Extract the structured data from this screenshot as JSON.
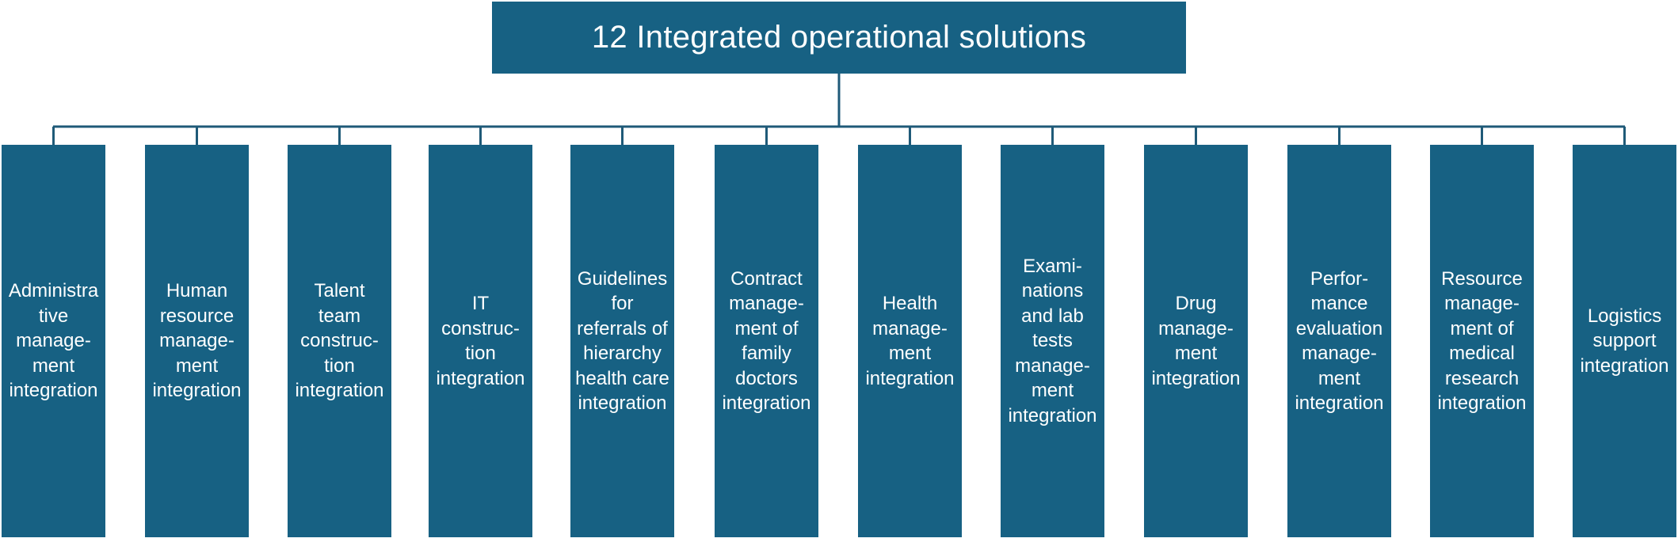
{
  "diagram": {
    "title": "12 Integrated operational solutions",
    "colors": {
      "box_fill": "#176183",
      "text": "#ffffff",
      "connector": "#1f5a78"
    },
    "solutions": [
      {
        "label": "Administra\ntive\nmanage-\nment\nintegration"
      },
      {
        "label": "Human\nresource\nmanage-\nment\nintegration"
      },
      {
        "label": "Talent\nteam\nconstruc-\ntion\nintegration"
      },
      {
        "label": "IT\nconstruc-\ntion\nintegration"
      },
      {
        "label": "Guidelines\nfor\nreferrals of\nhierarchy\nhealth care\nintegration"
      },
      {
        "label": "Contract\nmanage-\nment of\nfamily\ndoctors\nintegration"
      },
      {
        "label": "Health\nmanage-\nment\nintegration"
      },
      {
        "label": "Exami-\nnations\nand lab\ntests\nmanage-\nment\nintegration"
      },
      {
        "label": "Drug\nmanage-\nment\nintegration"
      },
      {
        "label": "Perfor-\nmance\nevaluation\nmanage-\nment\nintegration"
      },
      {
        "label": "Resource\nmanage-\nment of\nmedical\nresearch\nintegration"
      },
      {
        "label": "Logistics\nsupport\nintegration"
      }
    ]
  }
}
